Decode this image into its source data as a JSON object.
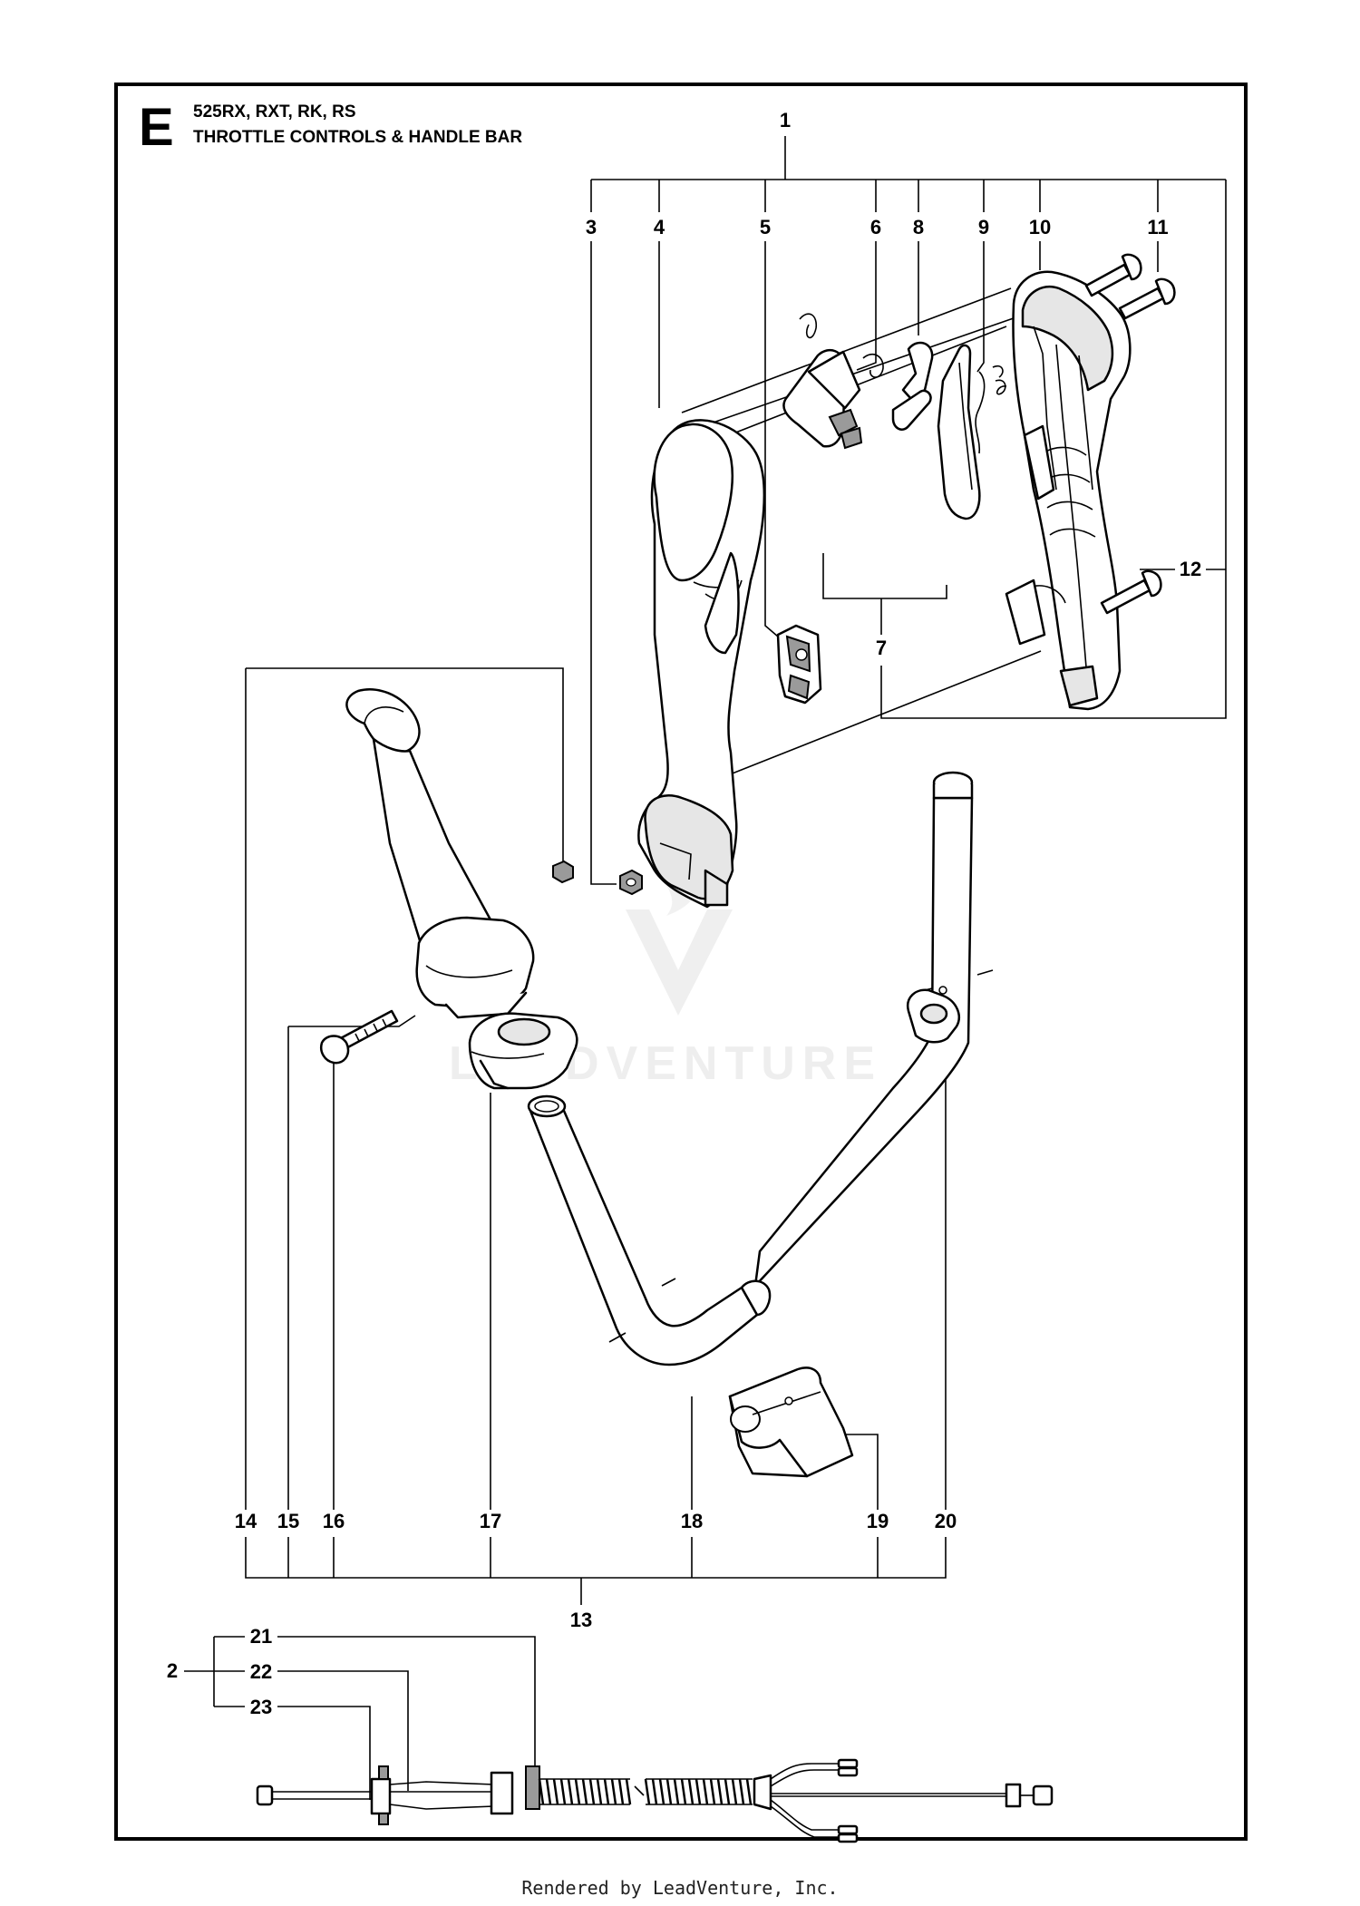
{
  "section_letter": "E",
  "title": {
    "line1": "525RX, RXT, RK, RS",
    "line2": "THROTTLE CONTROLS & HANDLE BAR"
  },
  "watermark": "LEADVENTURE",
  "callouts": [
    "1",
    "2",
    "3",
    "4",
    "5",
    "6",
    "7",
    "8",
    "9",
    "10",
    "11",
    "12",
    "13",
    "14",
    "15",
    "16",
    "17",
    "18",
    "19",
    "20",
    "21",
    "22",
    "23"
  ],
  "footer": "Rendered by LeadVenture, Inc."
}
